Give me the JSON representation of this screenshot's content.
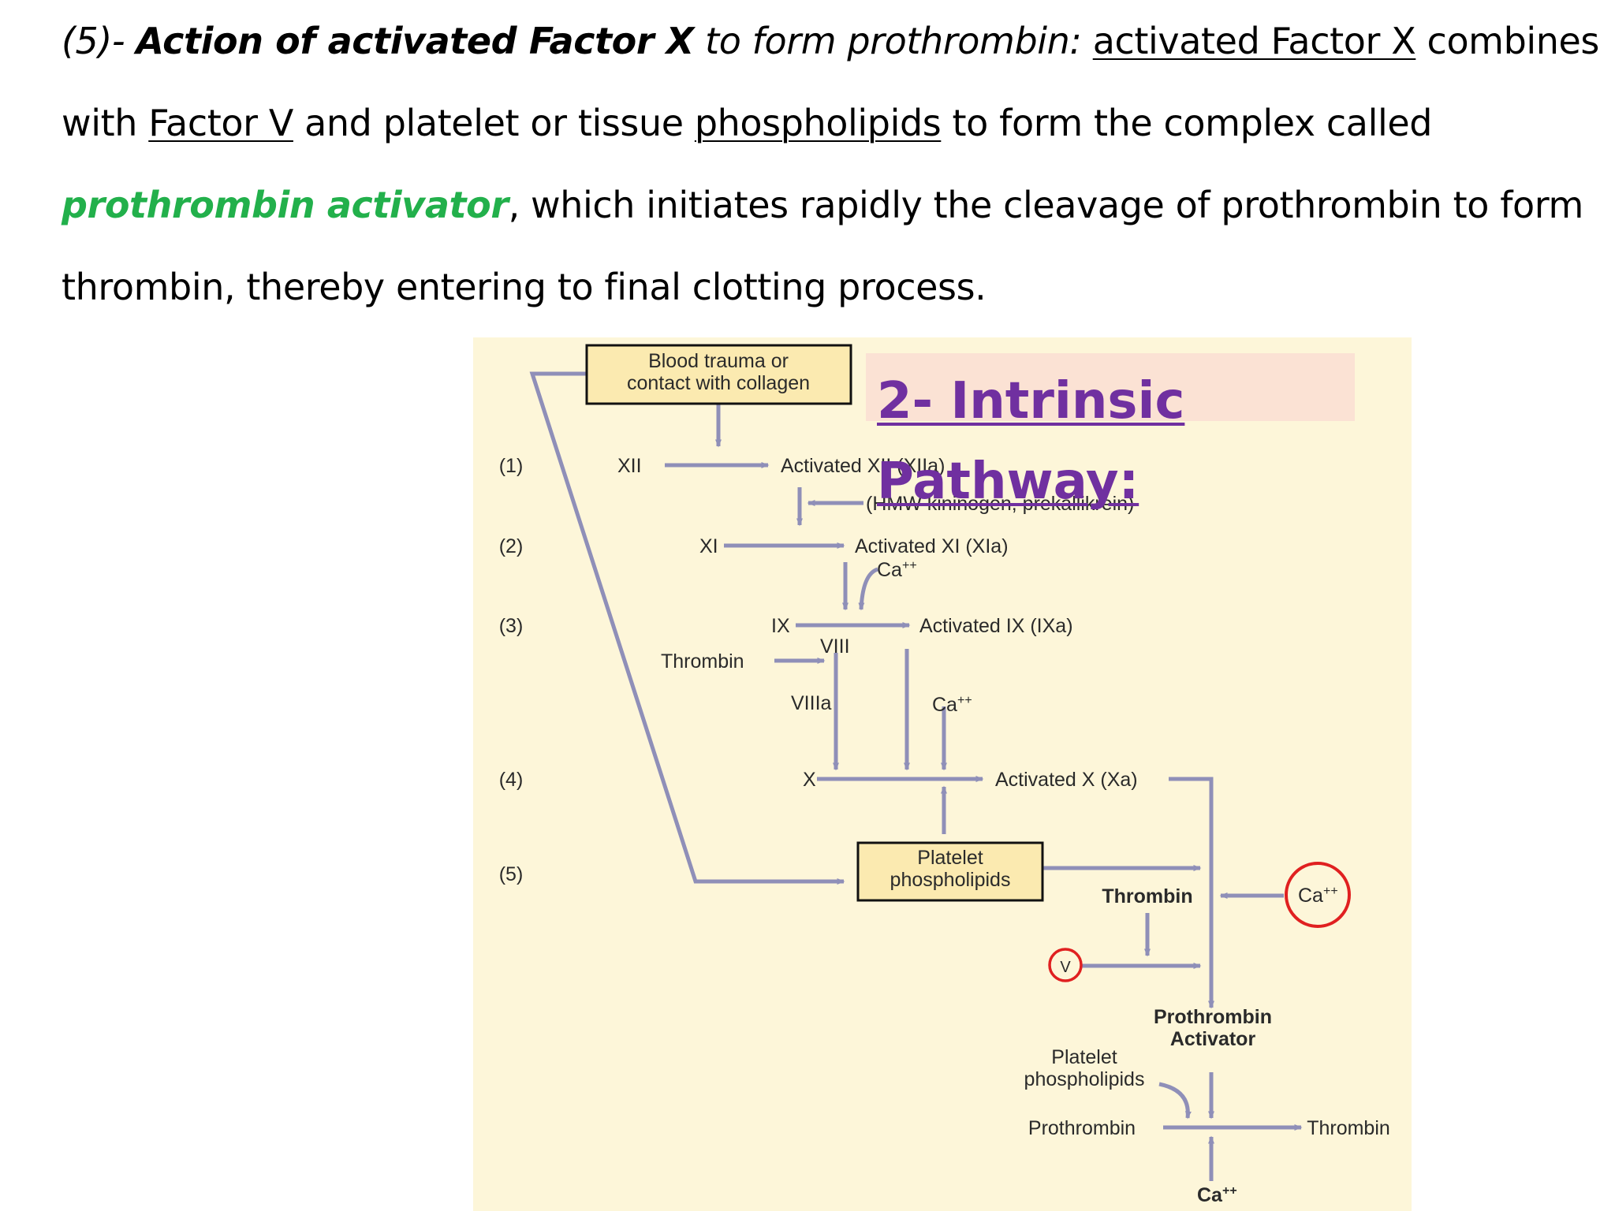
{
  "paragraph": {
    "prefix": "(5)- ",
    "bold_title": "Action of activated Factor X",
    "italic_tail": " to form prothrombin:  ",
    "u_factor_x": "activated Factor X",
    "t1": " combines with ",
    "u_factor_v": "Factor V",
    "t2": " and platelet or tissue ",
    "u_phospholipids": "phospholipids",
    "t3": " to form the complex called ",
    "green_term": "prothrombin activator",
    "t4": ", which initiates rapidly the cleavage of prothrombin to form thrombin, thereby entering to  final clotting process."
  },
  "overlay": {
    "line1": "2- Intrinsic",
    "line2": "Pathway:"
  },
  "diagram": {
    "box_trauma_1": "Blood trauma or",
    "box_trauma_2": "contact with collagen",
    "step_1": "(1)",
    "step_2": "(2)",
    "step_3": "(3)",
    "step_4": "(4)",
    "step_5": "(5)",
    "xii": "XII",
    "activated_xii": "Activated XII (XIIa)",
    "hmw": "(HMW kininogen, prekallikrein)",
    "xi": "XI",
    "activated_xi": "Activated XI (XIa)",
    "ca_1": "Ca",
    "ix": "IX",
    "activated_ix": "Activated IX (IXa)",
    "viii": "VIII",
    "thrombin_left": "Thrombin",
    "viiia": "VIIIa",
    "ca_2": "Ca",
    "x": "X",
    "activated_x": "Activated X (Xa)",
    "box_platelet_1": "Platelet",
    "box_platelet_2": "phospholipids",
    "thrombin_mid": "Thrombin",
    "ca_circled": "Ca",
    "v_circled": "V",
    "prothrombin_activator_1": "Prothrombin",
    "prothrombin_activator_2": "Activator",
    "platelet_2a": "Platelet",
    "platelet_2b": "phospholipids",
    "prothrombin": "Prothrombin",
    "thrombin_right": "Thrombin",
    "ca_bottom": "Ca",
    "ca_superscript": "++"
  },
  "colors": {
    "arrow": "#8f8fb8",
    "figure_bg": "#fdf6d9",
    "box_fill": "#fbeab0",
    "circle": "#e02020",
    "title": "#7030a0",
    "green": "#22b04b"
  }
}
